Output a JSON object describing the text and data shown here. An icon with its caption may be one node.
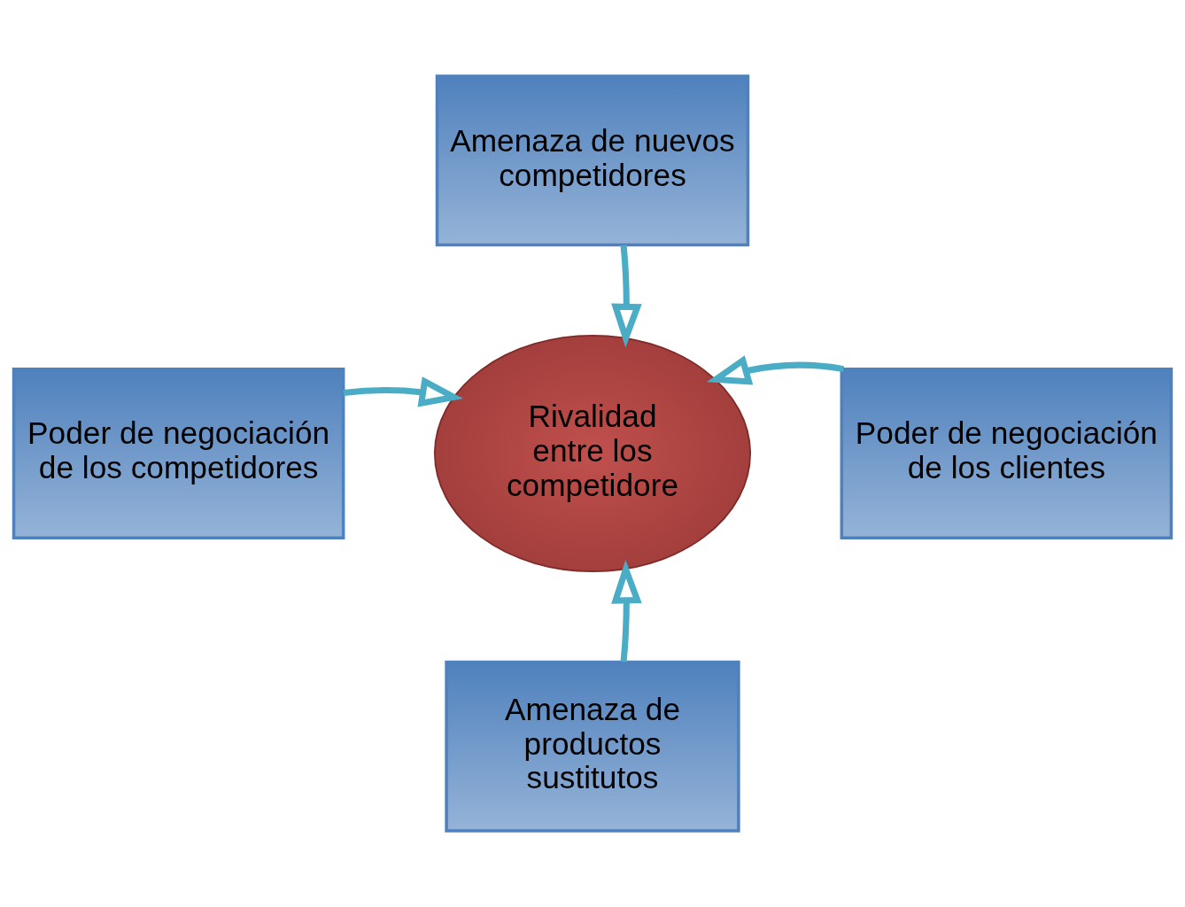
{
  "diagram": {
    "nodes": [
      {
        "text": [
          "Amenaza de nuevos competidores"
        ]
      },
      {
        "text": [
          "Poder de negociación de los competidores"
        ]
      },
      {
        "text": [
          "Rivalidad entre los competidore"
        ]
      },
      {
        "text": [
          "Poder de negociación de los clientes"
        ]
      },
      {
        "text": [
          "Amenaza de productos sustitutos"
        ]
      }
    ],
    "edges": [
      {
        "from": 0,
        "to": 2,
        "arrow": "to"
      },
      {
        "from": 1,
        "to": 2,
        "arrow": "to"
      },
      {
        "from": 3,
        "to": 2,
        "arrow": "to"
      },
      {
        "from": 4,
        "to": 2,
        "arrow": "to"
      }
    ]
  }
}
